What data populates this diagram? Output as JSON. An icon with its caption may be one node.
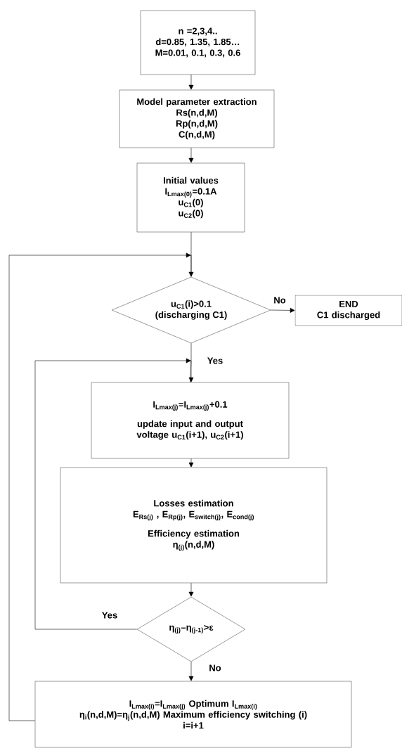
{
  "diagram": {
    "nodes": [
      {
        "text": [
          "n =2,3,4..",
          "d=0.85, 1.35, 1.85…",
          "M=0.01, 0.1, 0.3, 0.6"
        ]
      },
      {
        "text": [
          "Model parameter extraction",
          "Rs(n,d,M)",
          "Rp(n,d,M)",
          "C(n,d,M)"
        ]
      },
      {
        "text": [
          "Initial values",
          "I$_{Lmax(0)}$=0.1A",
          "u$_{C1}$(0)",
          "u$_{C2}$(0)"
        ]
      },
      {
        "text": [
          "u$_{C1}$(i)>0.1",
          "(discharging C1)"
        ]
      },
      {
        "text": [
          "END",
          "C1 discharged"
        ]
      },
      {
        "text": [
          "I$_{Lmax(j)}$=I$_{Lmax(j)}$+0.1",
          "update input and output voltage u$_{C1}$(i+1), u$_{C2}$(i+1)"
        ]
      },
      {
        "text": [
          "Losses estimation",
          "E$_{Rs(j)}$ , E$_{Rp(j)}$, E$_{switch(j)}$, E$_{cond(j)}$",
          "Efficiency estimation",
          "η$_{(j)}$(n,d,M)"
        ]
      },
      {
        "text": [
          "η$_{(j)}$–η$_{(j-1)}$>ε"
        ]
      },
      {
        "text": [
          "I$_{Lmax(i)}$=I$_{Lmax(j)}$  Optimum I$_{Lmax(i)}$",
          "η$_{i}$(n,d,M)=η$_{j}$(n,d,M) Maximum efficiency switching (i)",
          "i=i+1"
        ]
      }
    ],
    "edges": [
      {
        "from": 0,
        "to": 1,
        "arrow": "to"
      },
      {
        "from": 1,
        "to": 2,
        "arrow": "to"
      },
      {
        "from": 2,
        "to": 3,
        "arrow": "to"
      },
      {
        "from": 3,
        "to": 4,
        "arrow": "to",
        "label": "No"
      },
      {
        "from": 3,
        "to": 5,
        "arrow": "to",
        "label": "Yes"
      },
      {
        "from": 5,
        "to": 6,
        "arrow": "to"
      },
      {
        "from": 6,
        "to": 7,
        "arrow": "to"
      },
      {
        "from": 7,
        "to": 8,
        "arrow": "to",
        "label": "No"
      },
      {
        "from": 7,
        "to": 5,
        "arrow": "to",
        "label": "Yes"
      },
      {
        "from": 8,
        "to": 3,
        "arrow": "to"
      }
    ]
  }
}
